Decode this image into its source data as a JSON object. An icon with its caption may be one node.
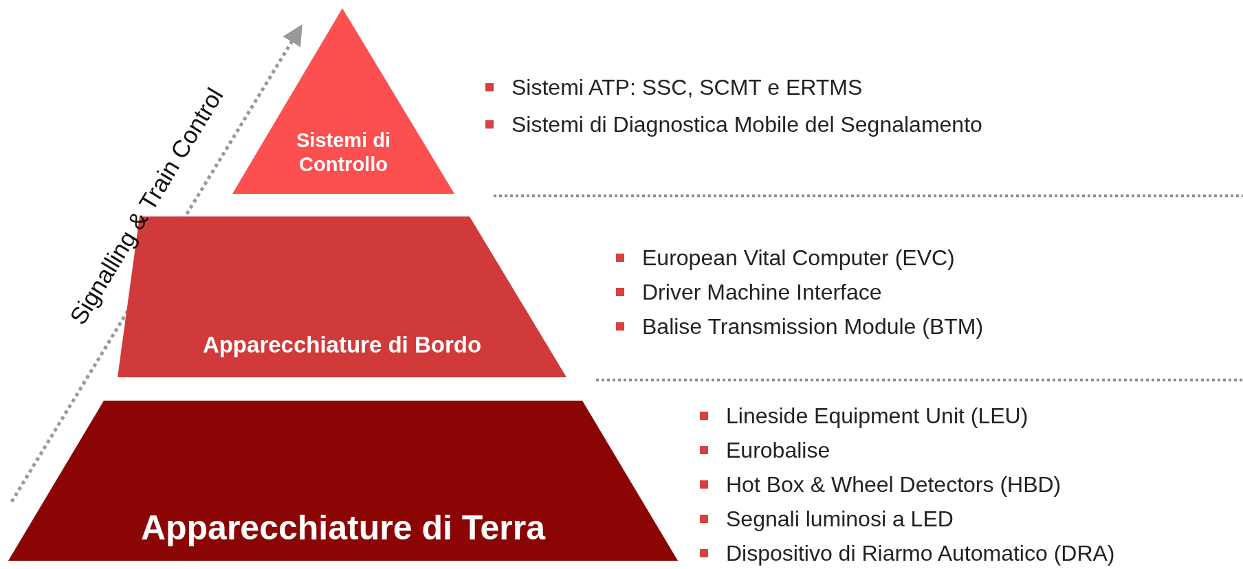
{
  "diagram": {
    "nodes": [
      {
        "text": [
          "Sistemi di Controllo"
        ],
        "beside": [
          "Sistemi ATP: SSC, SCMT e ERTMS",
          "Sistemi di Diagnostica Mobile del Segnalamento"
        ]
      },
      {
        "text": [
          "Apparecchiature di Bordo"
        ],
        "beside": [
          "European Vital Computer (EVC)",
          "Driver Machine Interface",
          "Balise Transmission Module (BTM)"
        ]
      },
      {
        "text": [
          "Apparecchiature di Terra"
        ],
        "beside": [
          "Lineside Equipment Unit (LEU)",
          "Eurobalise",
          "Hot Box & Wheel Detectors (HBD)",
          "Segnali luminosi a LED",
          "Dispositivo di Riarmo Automatico (DRA)"
        ]
      }
    ],
    "labels": [
      "Signalling & Train Control"
    ]
  }
}
